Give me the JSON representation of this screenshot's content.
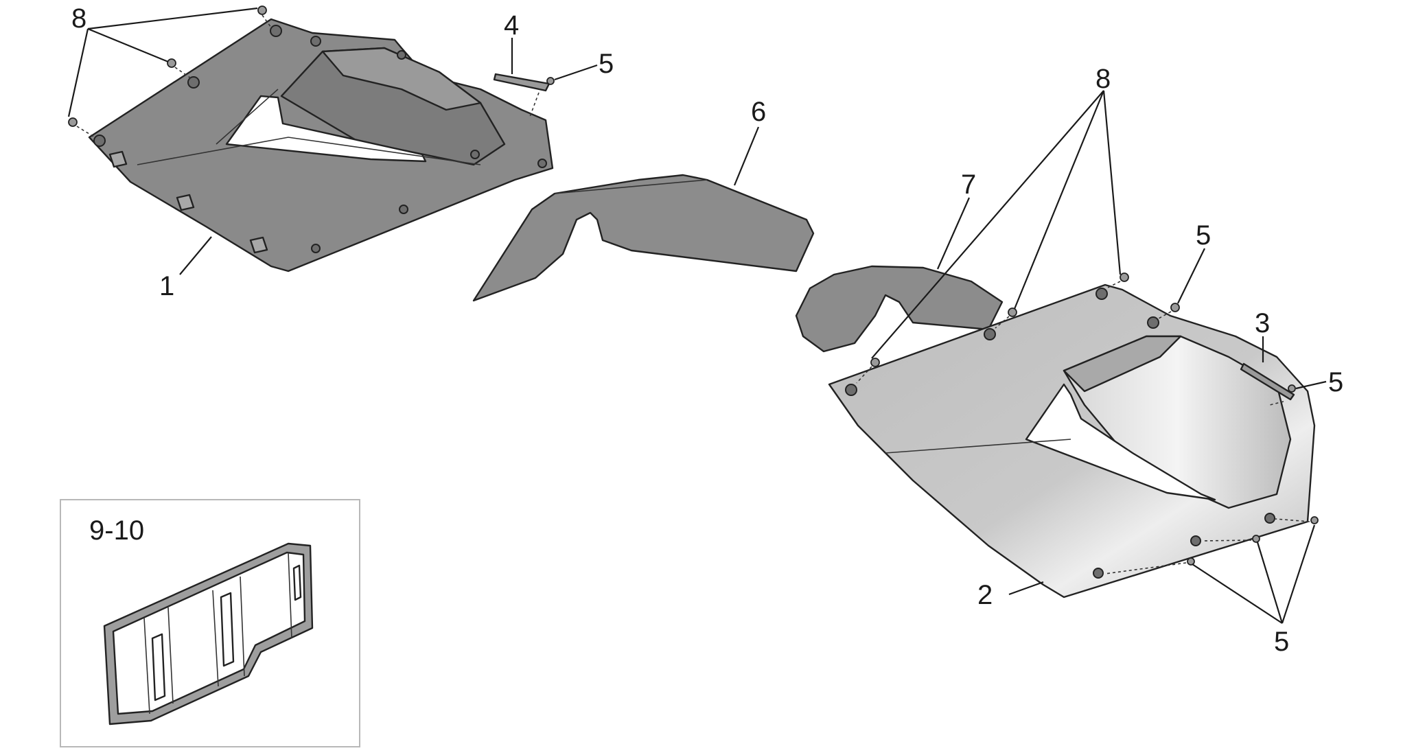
{
  "callouts": {
    "c1": "1",
    "c2": "2",
    "c3": "3",
    "c4": "4",
    "c5_top": "5",
    "c5_right_mid": "5",
    "c5_right": "5",
    "c5_bottom": "5",
    "c6": "6",
    "c7": "7",
    "c8_left": "8",
    "c8_right": "8",
    "c9_10": "9-10"
  },
  "colors": {
    "left_panel": "#8a8a8a",
    "right_panel": "#c4c4c4",
    "inner_panel": "#8c8c8c",
    "line": "#1a1a1a",
    "inset_border": "#b8b8b8"
  }
}
